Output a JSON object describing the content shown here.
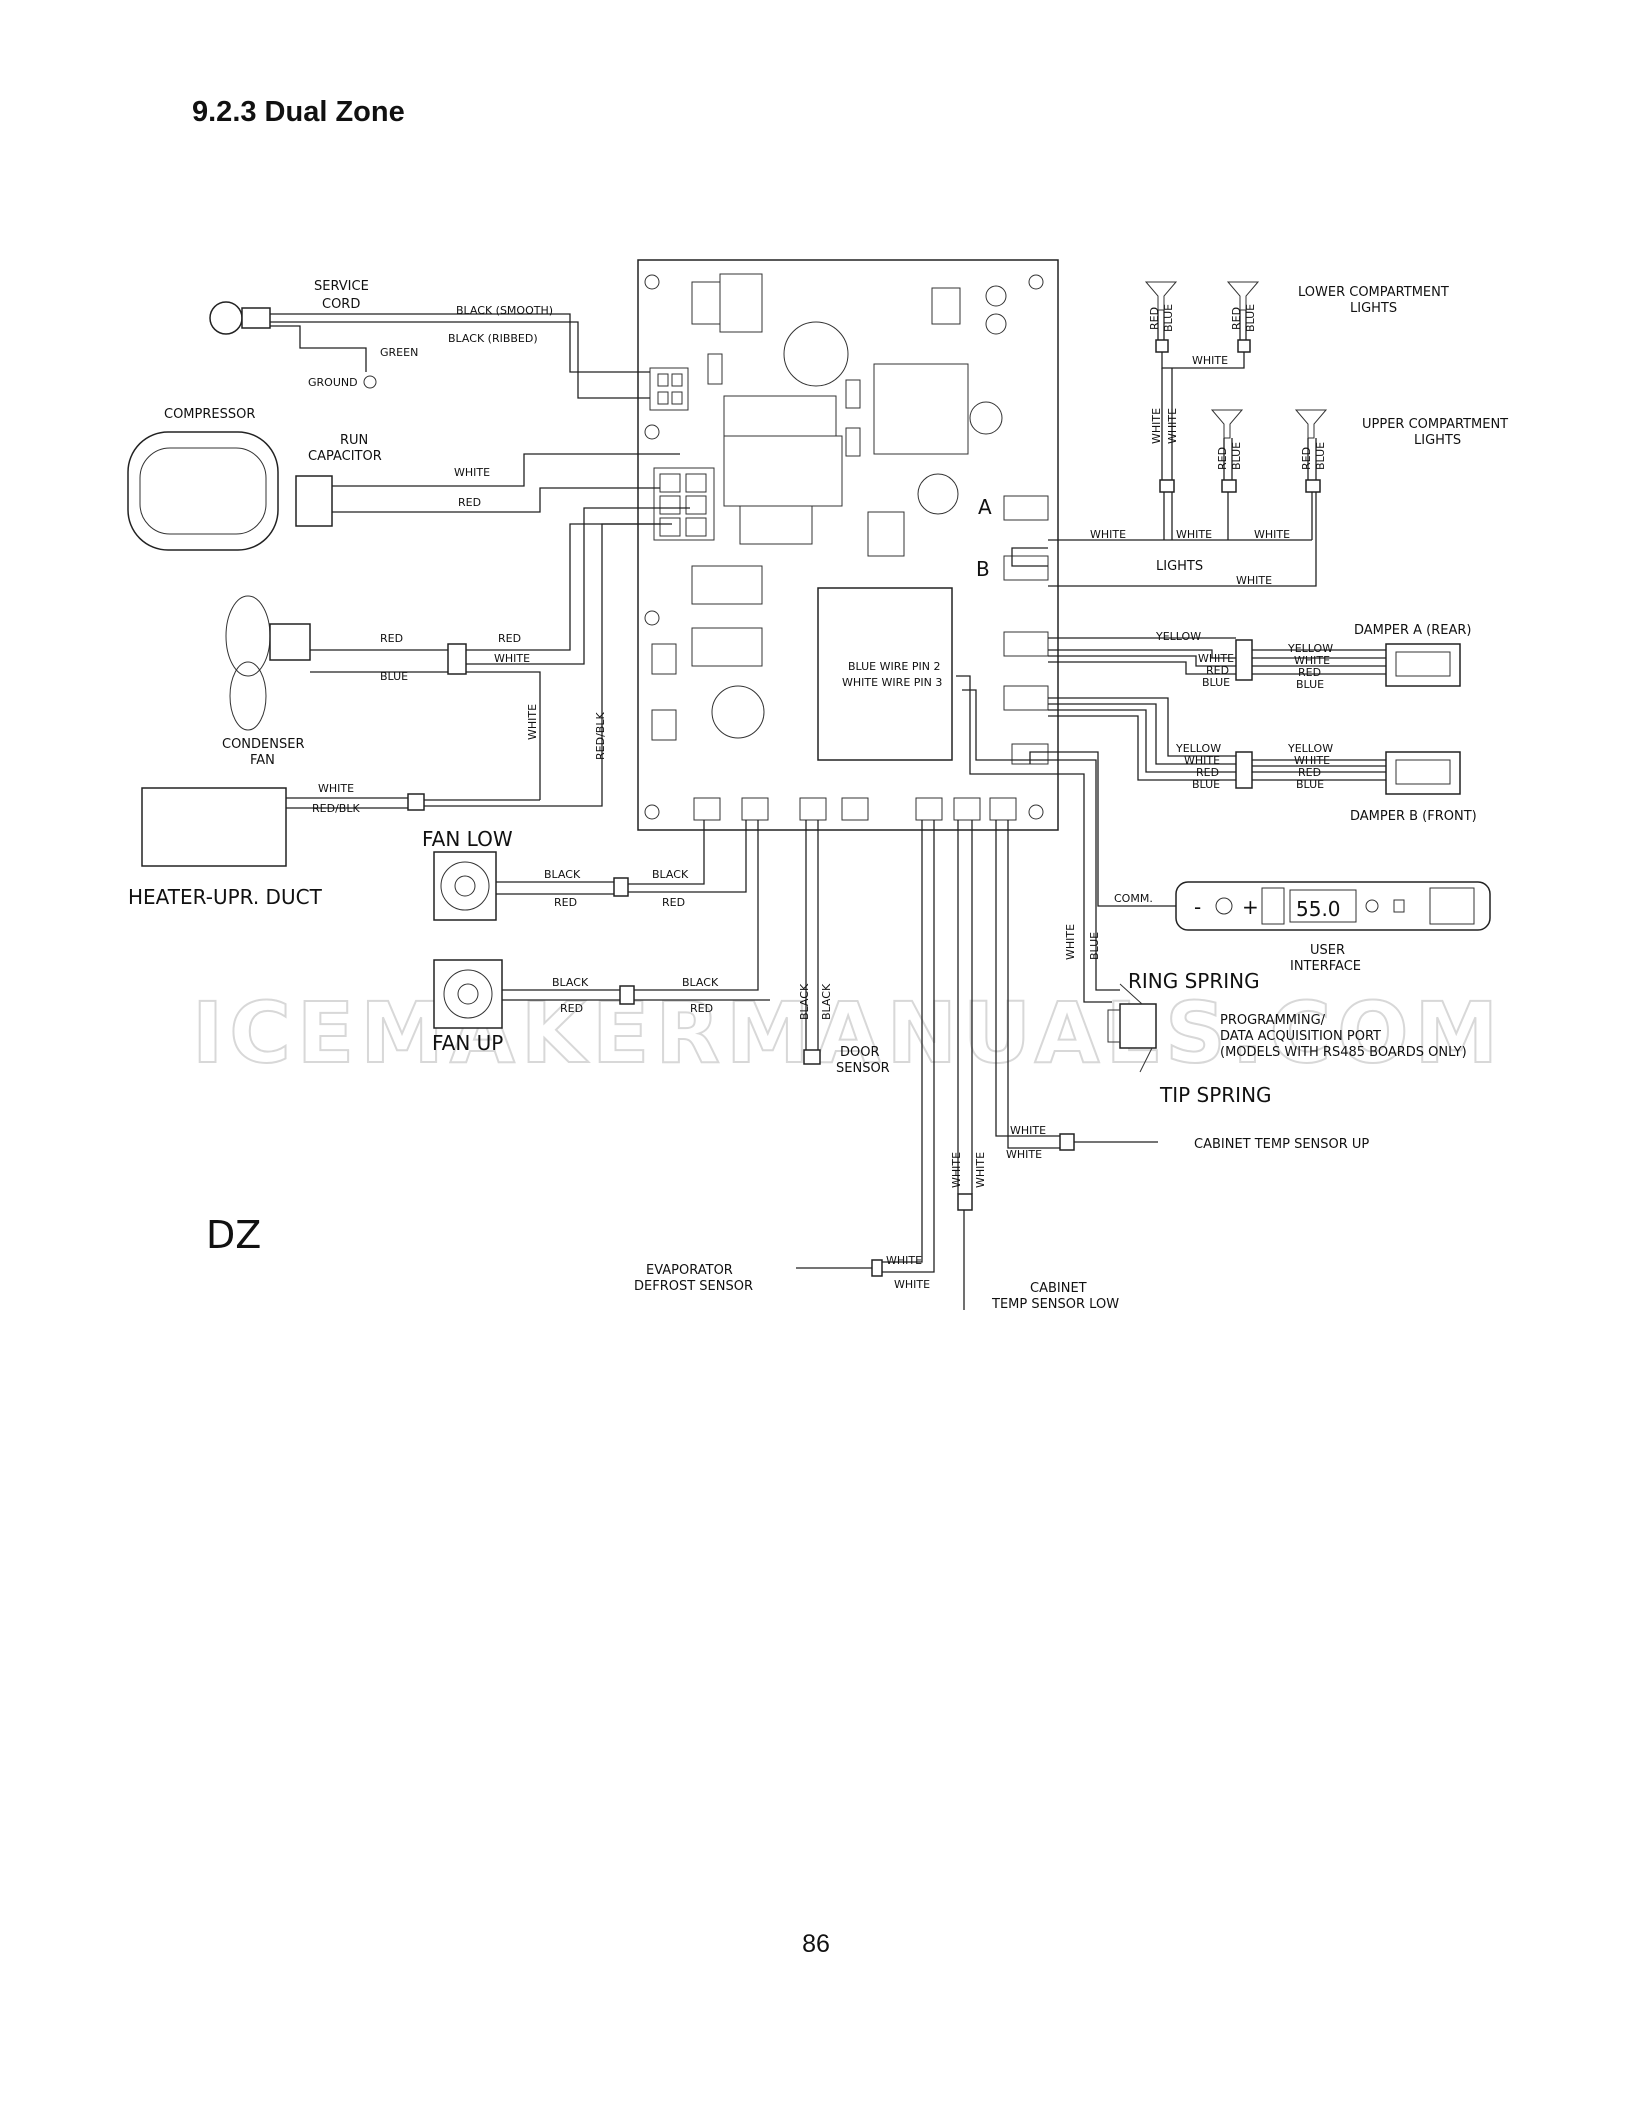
{
  "page": {
    "heading": "9.2.3 Dual Zone",
    "page_number": "86",
    "watermark": "ICEMAKERMANUALS.COM",
    "model_tag": "DZ"
  },
  "labels": {
    "service_cord": [
      "SERVICE",
      "CORD"
    ],
    "ground": "GROUND",
    "compressor": "COMPRESSOR",
    "run_capacitor": [
      "RUN",
      "CAPACITOR"
    ],
    "condenser_fan": [
      "CONDENSER",
      "FAN"
    ],
    "heater": "HEATER-UPR. DUCT",
    "fan_low": "FAN LOW",
    "fan_up": "FAN UP",
    "door_sensor": [
      "DOOR",
      "SENSOR"
    ],
    "evaporator": [
      "EVAPORATOR",
      "DEFROST SENSOR"
    ],
    "cabinet_low": [
      "CABINET",
      "TEMP SENSOR LOW"
    ],
    "cabinet_up": "CABINET TEMP SENSOR UP",
    "lower_lights": [
      "LOWER COMPARTMENT",
      "LIGHTS"
    ],
    "upper_lights": [
      "UPPER COMPARTMENT",
      "LIGHTS"
    ],
    "lights": "LIGHTS",
    "damper_a": "DAMPER A (REAR)",
    "damper_b": "DAMPER B (FRONT)",
    "user_interface": [
      "USER",
      "INTERFACE"
    ],
    "comm": "COMM.",
    "ring_spring": "RING SPRING",
    "tip_spring": "TIP SPRING",
    "programming_port": [
      "PROGRAMMING/",
      "DATA ACQUISITION PORT",
      "(MODELS WITH RS485 BOARDS ONLY)"
    ],
    "pin_note": [
      "BLUE WIRE PIN 2",
      "WHITE WIRE PIN 3"
    ],
    "connector_a": "A",
    "connector_b": "B",
    "ui_display": "55.0",
    "ui_minus": "-",
    "ui_plus": "+"
  },
  "wires": {
    "black_smooth": "BLACK (SMOOTH)",
    "black_ribbed": "BLACK (RIBBED)",
    "green": "GREEN",
    "white": "WHITE",
    "red": "RED",
    "blue": "BLUE",
    "black": "BLACK",
    "yellow": "YELLOW",
    "red_blk": "RED/BLK",
    "red_blk_2": "RED/BLK"
  }
}
